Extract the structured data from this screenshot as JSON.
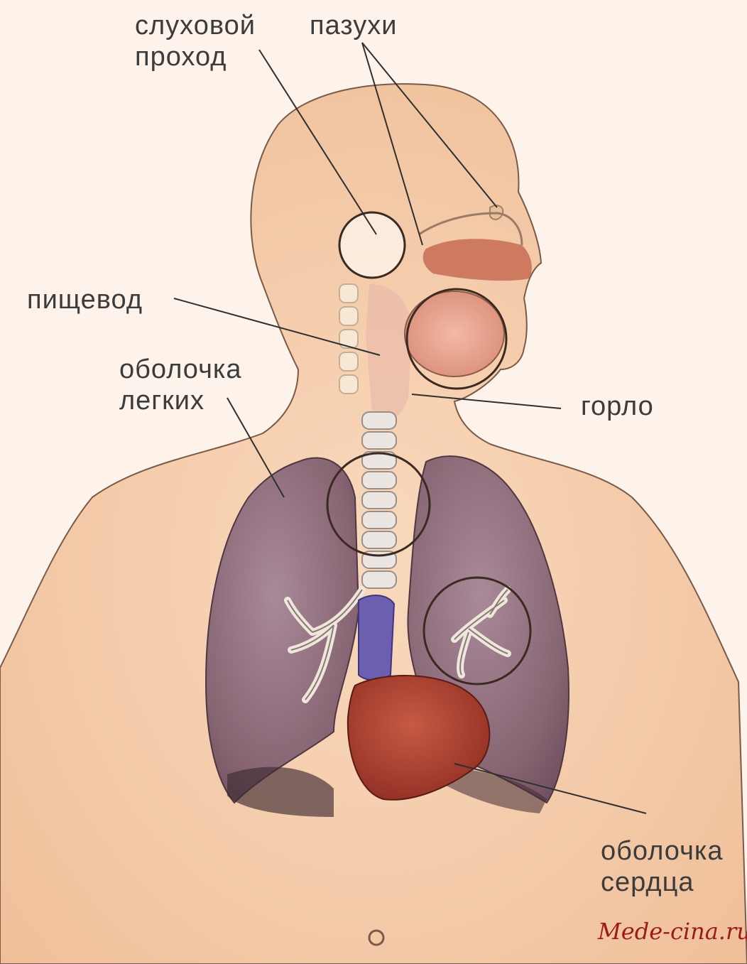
{
  "labels": {
    "ear_canal": [
      "слуховой",
      "проход"
    ],
    "sinuses": "пазухи",
    "esophagus": "пищевод",
    "lung_lining": [
      "оболочка",
      "легких"
    ],
    "throat": "горло",
    "heart_lining": [
      "оболочка",
      "сердца"
    ]
  },
  "watermark": "Mede-cina.ru",
  "colors": {
    "background": "#fdf3ea",
    "skin": "#f4c9a6",
    "lung": "#8a6470",
    "heart": "#a63a2a",
    "vessel": "#6c5fb0",
    "trachea": "#e6e0dc",
    "label_text": "#3c3c3c",
    "watermark": "#9b1b1b"
  }
}
